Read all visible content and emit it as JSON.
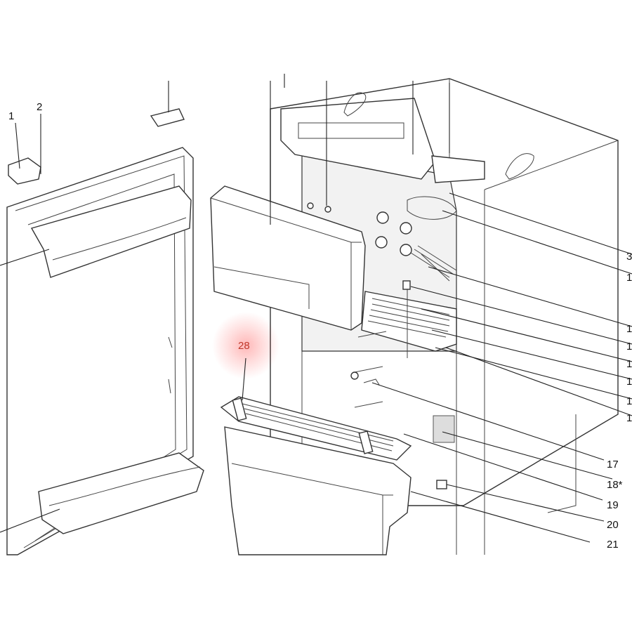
{
  "callouts": [
    {
      "id": "1",
      "text": "1"
    },
    {
      "id": "2",
      "text": "2"
    },
    {
      "id": "3",
      "text": "3"
    },
    {
      "id": "1a",
      "text": "1"
    },
    {
      "id": "1b",
      "text": "1"
    },
    {
      "id": "1c",
      "text": "1"
    },
    {
      "id": "1d",
      "text": "1"
    },
    {
      "id": "1e",
      "text": "1"
    },
    {
      "id": "1f",
      "text": "1"
    },
    {
      "id": "1g",
      "text": "1"
    },
    {
      "id": "17",
      "text": "17"
    },
    {
      "id": "18",
      "text": "18*"
    },
    {
      "id": "19",
      "text": "19"
    },
    {
      "id": "20",
      "text": "20"
    },
    {
      "id": "21",
      "text": "21"
    },
    {
      "id": "28",
      "text": "28"
    }
  ],
  "highlight_color": "#ff0000"
}
